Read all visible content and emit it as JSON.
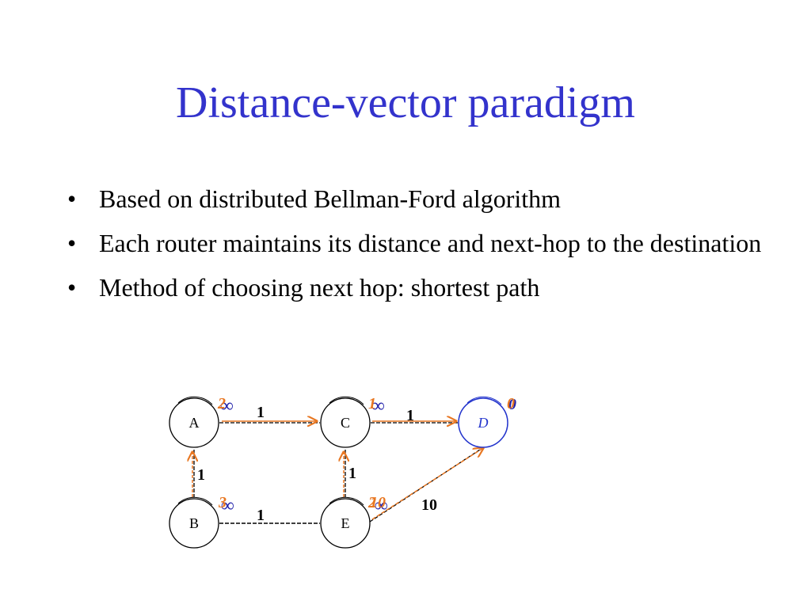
{
  "slide": {
    "title": "Distance-vector paradigm",
    "bullets": [
      {
        "text": "Based on distributed Bellman-Ford algorithm"
      },
      {
        "text": "Each router maintains its distance and next-hop to the destination"
      },
      {
        "text": "Method of choosing next hop: shortest path"
      }
    ]
  },
  "diagram": {
    "nodes": {
      "a": {
        "label": "A"
      },
      "b": {
        "label": "B"
      },
      "c": {
        "label": "C"
      },
      "d": {
        "label": "D"
      },
      "e": {
        "label": "E"
      }
    },
    "edges": {
      "ac": {
        "cost": "1"
      },
      "cd": {
        "cost": "1"
      },
      "ab": {
        "cost": "1"
      },
      "ce": {
        "cost": "1"
      },
      "be": {
        "cost": "1"
      },
      "ed": {
        "cost": "10"
      }
    },
    "distances": {
      "a": {
        "initial": "∞",
        "final": "2"
      },
      "c": {
        "initial": "∞",
        "final": "1"
      },
      "d": {
        "initial": "0",
        "final": "0"
      },
      "b": {
        "initial": "∞",
        "final": "3"
      },
      "e": {
        "initial": "∞",
        "final": "2",
        "intermediate": "10"
      }
    }
  },
  "colors": {
    "title": "#3333cc",
    "dest": "#2233cc",
    "orange": "#e87722",
    "infinity": "#2222aa"
  }
}
